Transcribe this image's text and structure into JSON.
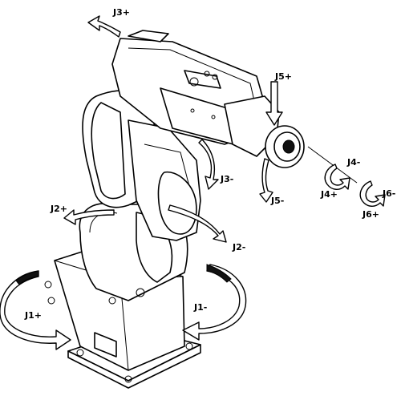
{
  "labels": {
    "j3_plus": "J3+",
    "j5_plus": "J5+",
    "j3_minus": "J3-",
    "j4_minus": "J4-",
    "j4_plus": "J4+",
    "j6_minus": "J6-",
    "j6_plus": "J6+",
    "j5_minus": "J5-",
    "j2_plus": "J2+",
    "j2_minus": "J2-",
    "j1_plus": "J1+",
    "j1_minus": "J1-"
  },
  "colors": {
    "line": "#000000",
    "fill": "#ffffff",
    "dark": "#111111"
  }
}
